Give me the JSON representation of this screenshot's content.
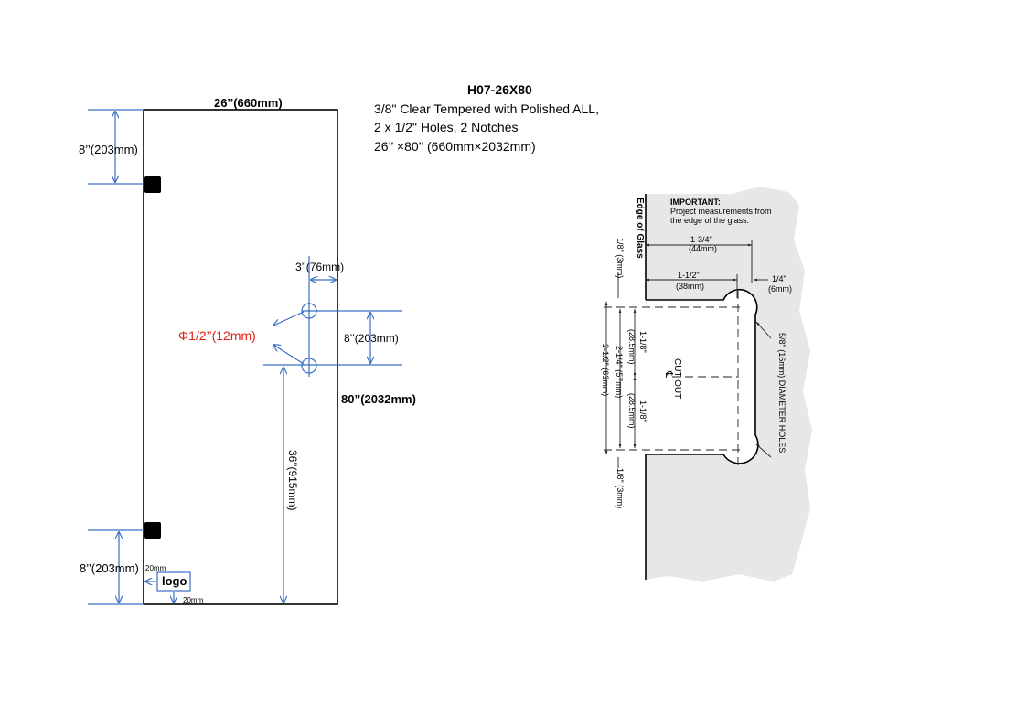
{
  "spec": {
    "code": "H07-26X80",
    "line1": "3/8\" Clear Tempered with Polished ALL,",
    "line2": "2 x 1/2\" Holes, 2 Notches",
    "line3": "26’’ ×80’’ (660mm×2032mm)"
  },
  "glass_drawing": {
    "width_label": "26’’(660mm)",
    "height_label": "80’’(2032mm)",
    "top_notch_dim": "8’’(203mm)",
    "bottom_notch_dim": "8’’(203mm)",
    "hole_edge_dim": "3’’(76mm)",
    "hole_spacing_dim": "8’’(203mm)",
    "hole_height_dim": "36’’(915mm)",
    "hole_diameter": "Φ1/2’’(12mm)",
    "logo_label": "logo",
    "logo_offset_side": "20mm",
    "logo_offset_bottom": "20mm",
    "colors": {
      "dimension_lines": "#3a6fc4",
      "hole_diameter": "#e0201a"
    }
  },
  "detail": {
    "edge_of_glass": "Edge of Glass",
    "important_title": "IMPORTANT:",
    "important_l1": "Project measurements from",
    "important_l2": "the edge of the glass.",
    "d_1_3_4": "1-3/4\"",
    "d_44mm": "(44mm)",
    "d_1_1_2": "1-1/2\"",
    "d_38mm": "(38mm)",
    "d_1_4": "1/4\"",
    "d_6mm": "(6mm)",
    "d_1_8_top": "1/8\" (3mm)",
    "d_1_8_bottom": "1/8\" (3mm)",
    "d_2_1_2": "2-1/2\" (63mm)",
    "d_2_1_4": "2-1/4\" (57mm)",
    "d_1_1_8_a": "1-1/8\"",
    "d_28_5_a": "(28.5mm)",
    "d_1_1_8_b": "1-1/8\"",
    "d_28_5_b": "(28.5mm)",
    "cut_out": "CUT OUT",
    "cl": "℄",
    "holes_note": "5/8\" (16mm) DIAMETER HOLES"
  }
}
